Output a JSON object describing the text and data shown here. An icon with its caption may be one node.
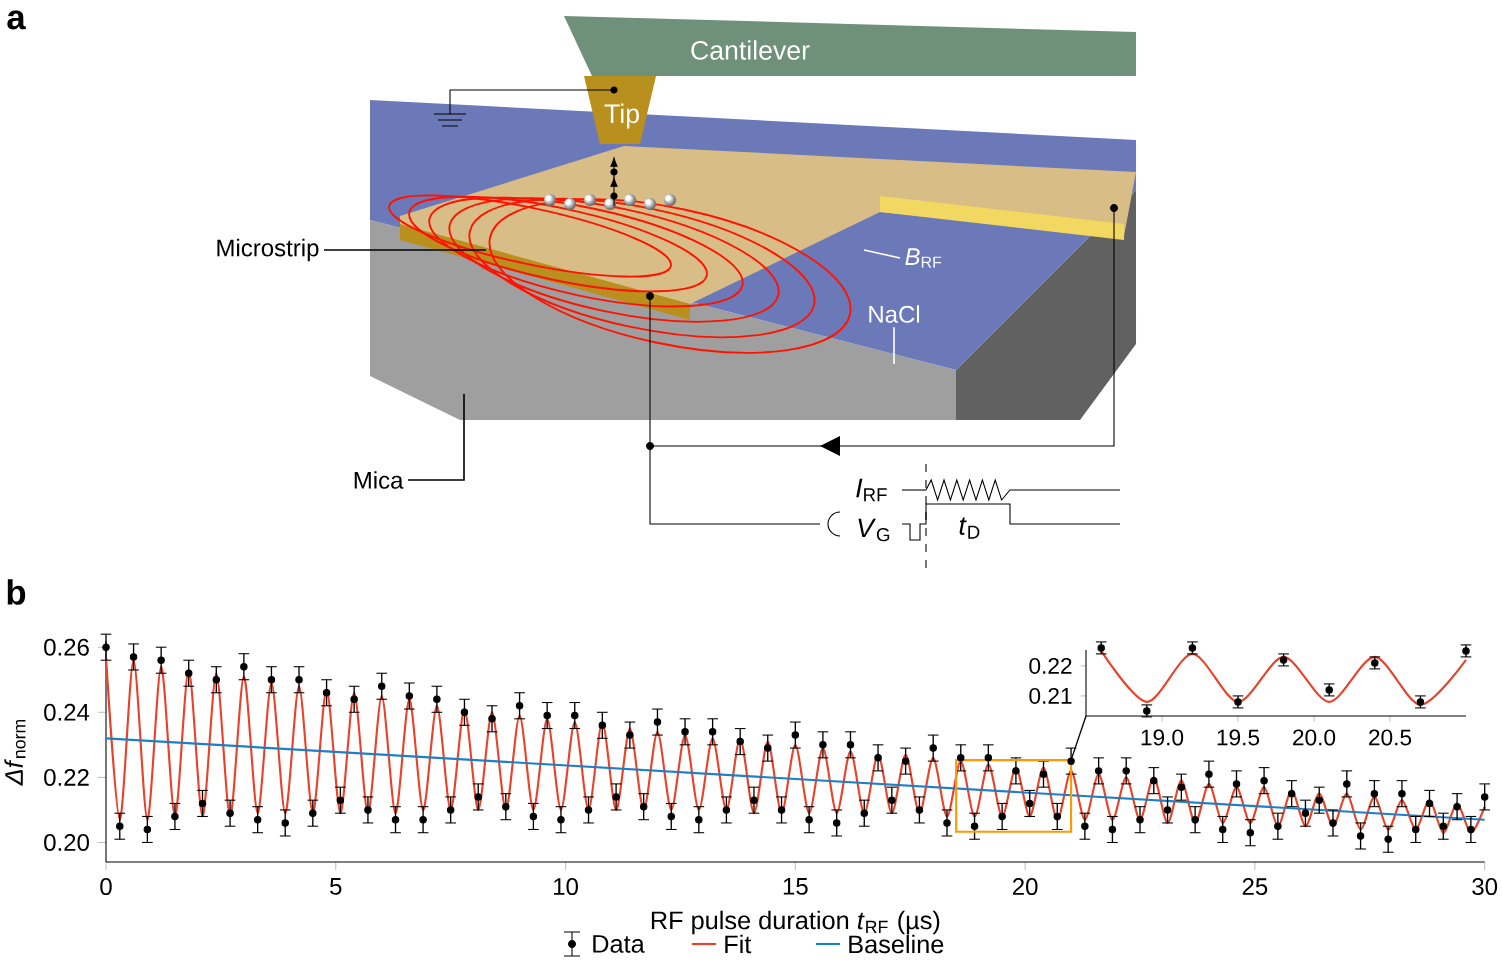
{
  "diagram": {
    "nodes": [
      {
        "text": [
          "Cantilever"
        ]
      },
      {
        "text": [
          "Tip"
        ]
      },
      {
        "text": [
          "Microstrip"
        ]
      },
      {
        "text": [
          "*B*$_{RF}$"
        ]
      },
      {
        "text": [
          "NaCl"
        ]
      },
      {
        "text": [
          "Mica"
        ]
      }
    ],
    "edges": [
      {
        "from": 2,
        "to": null,
        "arrow": "none"
      },
      {
        "from": 3,
        "to": null,
        "arrow": "none",
        "color": "#ffffff"
      },
      {
        "from": 4,
        "to": null,
        "arrow": "none",
        "color": "#ffffff"
      },
      {
        "from": 5,
        "to": null,
        "arrow": "none"
      }
    ],
    "labels": [
      "a",
      "b",
      "*I*$_{RF}$",
      "*V*$_{G}$",
      "*t*$_{D}$",
      "0.22",
      "0.21",
      "19.0",
      "19.5",
      "20.0",
      "20.5"
    ],
    "chart_data": {
      "type": "line",
      "xlabel": "RF pulse duration *t*$_{RF}$ (µs)",
      "ylabel": "*Δf*$_{norm}$",
      "x": [
        0,
        0.3,
        0.6,
        0.9,
        1.2,
        1.5,
        1.8,
        2.1,
        2.4,
        2.7,
        3,
        3.3,
        3.6,
        3.9,
        4.2,
        4.5,
        4.8,
        5.1,
        5.4,
        5.7,
        6,
        6.3,
        6.6,
        6.9,
        7.2,
        7.5,
        7.8,
        8.1,
        8.4,
        8.7,
        9,
        9.3,
        9.6,
        9.9,
        10.2,
        10.5,
        10.8,
        11.1,
        11.4,
        11.7,
        12,
        12.3,
        12.6,
        12.9,
        13.2,
        13.5,
        13.8,
        14.1,
        14.4,
        14.7,
        15,
        15.3,
        15.6,
        15.9,
        16.2,
        16.5,
        16.8,
        17.1,
        17.4,
        17.7,
        18,
        18.3,
        18.6,
        18.9,
        19.2,
        19.5,
        19.8,
        20.1,
        20.4,
        20.7,
        21,
        21.3,
        21.6,
        21.9,
        22.2,
        22.5,
        22.8,
        23.1,
        23.4,
        23.7,
        24,
        24.3,
        24.6,
        24.9,
        25.2,
        25.5,
        25.8,
        26.1,
        26.4,
        26.7,
        27,
        27.3,
        27.6,
        27.9,
        28.2,
        28.5,
        28.8,
        29.1,
        29.4,
        29.7,
        30
      ],
      "series": [
        {
          "name": "Data",
          "color": "#000000",
          "marker": "circle",
          "errors": [
            0.004,
            0.004,
            0.004,
            0.004,
            0.004,
            0.004,
            0.004,
            0.004,
            0.004,
            0.004,
            0.004,
            0.004,
            0.004,
            0.004,
            0.004,
            0.004,
            0.004,
            0.004,
            0.004,
            0.004,
            0.004,
            0.004,
            0.004,
            0.004,
            0.004,
            0.004,
            0.004,
            0.004,
            0.004,
            0.004,
            0.004,
            0.004,
            0.004,
            0.004,
            0.004,
            0.004,
            0.004,
            0.004,
            0.004,
            0.004,
            0.004,
            0.004,
            0.004,
            0.004,
            0.004,
            0.004,
            0.004,
            0.004,
            0.004,
            0.004,
            0.004,
            0.004,
            0.004,
            0.004,
            0.004,
            0.004,
            0.004,
            0.004,
            0.004,
            0.004,
            0.004,
            0.004,
            0.004,
            0.004,
            0.004,
            0.004,
            0.004,
            0.004,
            0.004,
            0.004,
            0.004,
            0.004,
            0.004,
            0.004,
            0.004,
            0.004,
            0.004,
            0.004,
            0.004,
            0.004,
            0.004,
            0.004,
            0.004,
            0.004,
            0.004,
            0.004,
            0.004,
            0.004,
            0.004,
            0.004,
            0.004,
            0.004,
            0.004,
            0.004,
            0.004,
            0.004,
            0.004,
            0.004,
            0.004,
            0.004,
            0.004
          ],
          "values": [
            0.26,
            0.205,
            0.257,
            0.204,
            0.256,
            0.208,
            0.252,
            0.212,
            0.25,
            0.209,
            0.254,
            0.207,
            0.25,
            0.206,
            0.25,
            0.209,
            0.246,
            0.213,
            0.244,
            0.21,
            0.248,
            0.207,
            0.245,
            0.207,
            0.244,
            0.21,
            0.24,
            0.214,
            0.238,
            0.211,
            0.242,
            0.208,
            0.239,
            0.207,
            0.239,
            0.21,
            0.236,
            0.214,
            0.233,
            0.211,
            0.237,
            0.208,
            0.234,
            0.207,
            0.234,
            0.21,
            0.231,
            0.213,
            0.229,
            0.21,
            0.233,
            0.207,
            0.23,
            0.206,
            0.23,
            0.209,
            0.226,
            0.213,
            0.225,
            0.21,
            0.229,
            0.206,
            0.226,
            0.205,
            0.226,
            0.208,
            0.222,
            0.212,
            0.221,
            0.208,
            0.225,
            0.205,
            0.222,
            0.204,
            0.222,
            0.207,
            0.219,
            0.21,
            0.217,
            0.207,
            0.221,
            0.204,
            0.218,
            0.203,
            0.219,
            0.205,
            0.215,
            0.209,
            0.213,
            0.206,
            0.218,
            0.202,
            0.215,
            0.201,
            0.215,
            0.204,
            0.212,
            0.205,
            0.211,
            0.204,
            0.214
          ]
        },
        {
          "name": "Fit",
          "color": "#e8432a",
          "values": [
            0.257,
            0.207,
            0.256,
            0.207,
            0.254,
            0.208,
            0.253,
            0.208,
            0.252,
            0.208,
            0.251,
            0.209,
            0.249,
            0.209,
            0.248,
            0.209,
            0.247,
            0.209,
            0.246,
            0.209,
            0.245,
            0.209,
            0.244,
            0.21,
            0.242,
            0.21,
            0.241,
            0.21,
            0.24,
            0.21,
            0.239,
            0.21,
            0.238,
            0.21,
            0.237,
            0.21,
            0.237,
            0.21,
            0.235,
            0.21,
            0.234,
            0.21,
            0.233,
            0.21,
            0.232,
            0.21,
            0.232,
            0.209,
            0.231,
            0.209,
            0.23,
            0.209,
            0.229,
            0.209,
            0.228,
            0.209,
            0.227,
            0.209,
            0.227,
            0.209,
            0.226,
            0.208,
            0.225,
            0.208,
            0.224,
            0.208,
            0.223,
            0.208,
            0.223,
            0.207,
            0.222,
            0.207,
            0.221,
            0.207,
            0.22,
            0.207,
            0.22,
            0.206,
            0.219,
            0.206,
            0.218,
            0.206,
            0.217,
            0.206,
            0.217,
            0.205,
            0.216,
            0.205,
            0.215,
            0.205,
            0.215,
            0.204,
            0.214,
            0.204,
            0.213,
            0.204,
            0.213,
            0.203,
            0.212,
            0.203,
            0.211
          ]
        },
        {
          "name": "Baseline",
          "color": "#1f7fc4",
          "values": [
            0.232,
            null,
            null,
            null,
            null,
            null,
            null,
            null,
            null,
            null,
            null,
            null,
            null,
            null,
            null,
            null,
            null,
            null,
            null,
            null,
            null,
            null,
            null,
            null,
            null,
            null,
            null,
            null,
            null,
            null,
            null,
            null,
            null,
            null,
            null,
            null,
            null,
            null,
            null,
            null,
            null,
            null,
            null,
            null,
            null,
            null,
            null,
            null,
            null,
            null,
            null,
            null,
            null,
            null,
            null,
            null,
            null,
            null,
            null,
            null,
            null,
            null,
            null,
            null,
            null,
            null,
            null,
            null,
            null,
            null,
            null,
            null,
            null,
            null,
            null,
            null,
            null,
            null,
            null,
            null,
            null,
            null,
            null,
            null,
            null,
            null,
            null,
            null,
            null,
            null,
            null,
            null,
            null,
            null,
            null,
            null,
            null,
            null,
            null,
            null,
            0.207
          ]
        }
      ],
      "xlim": [
        0,
        30
      ],
      "ylim": [
        0.194,
        0.262
      ],
      "xticks": [
        0,
        5,
        10,
        15,
        20,
        25,
        30
      ],
      "yticks": [
        {
          "value": 0.2,
          "label": "0.20"
        },
        {
          "value": 0.22,
          "label": "0.22"
        },
        {
          "value": 0.24,
          "label": "0.24"
        },
        {
          "value": 0.26,
          "label": "0.26"
        }
      ],
      "legend": true
    }
  }
}
